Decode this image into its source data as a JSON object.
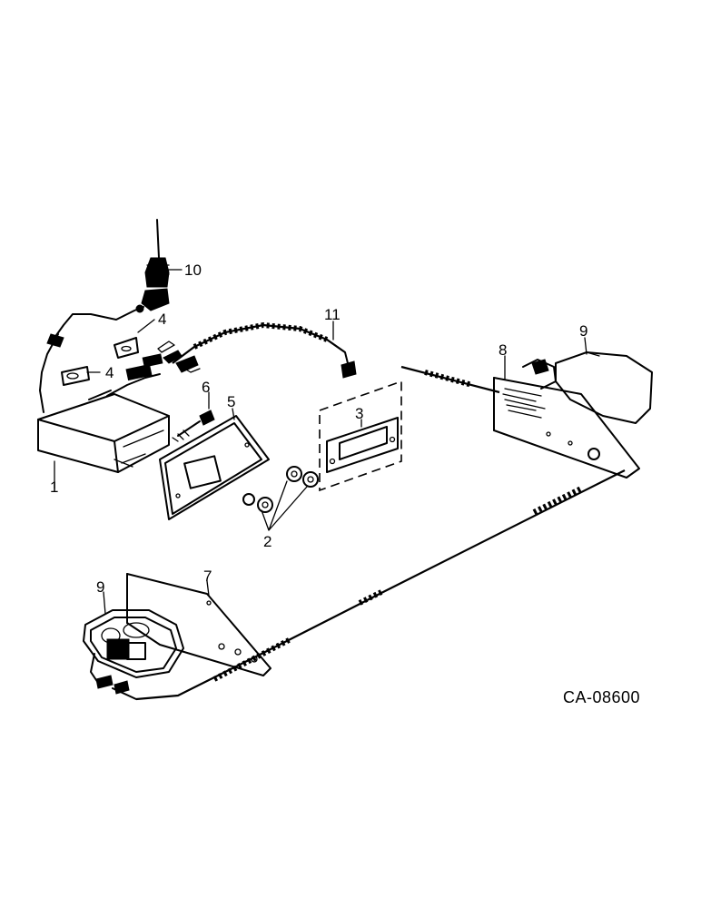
{
  "diagram": {
    "reference_code": "CA-08600",
    "callouts": [
      "1",
      "2",
      "3",
      "4",
      "4",
      "5",
      "6",
      "7",
      "8",
      "9",
      "9",
      "10",
      "11"
    ]
  },
  "icons": {
    "antenna": "antenna-icon",
    "radio": "radio-unit-icon",
    "speaker": "speaker-icon"
  }
}
